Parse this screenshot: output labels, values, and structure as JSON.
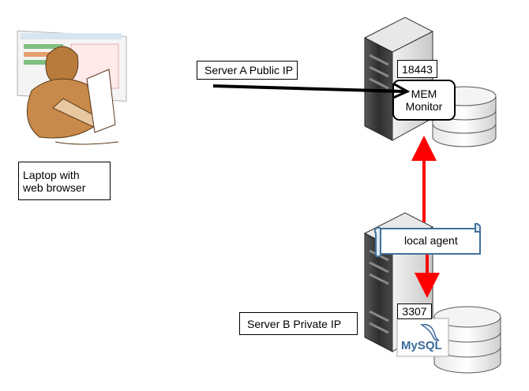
{
  "labels": {
    "laptop": [
      "Laptop with",
      "web browser"
    ],
    "server_a": "Server A Public IP",
    "server_b": "Server B Private  IP",
    "port_a": "18443",
    "monitor": [
      "MEM",
      "Monitor"
    ],
    "agent": "local agent",
    "port_b": "3307",
    "mysql": "MySQL"
  },
  "colors": {
    "arrow_red": "#ff0000",
    "arrow_black": "#000000",
    "server_dark": "#3a3a3a",
    "server_light": "#d9d9d9",
    "agent_border": "#41719c",
    "mysql_blue": "#3a6b9a",
    "mysql_orange": "#e48e00"
  }
}
